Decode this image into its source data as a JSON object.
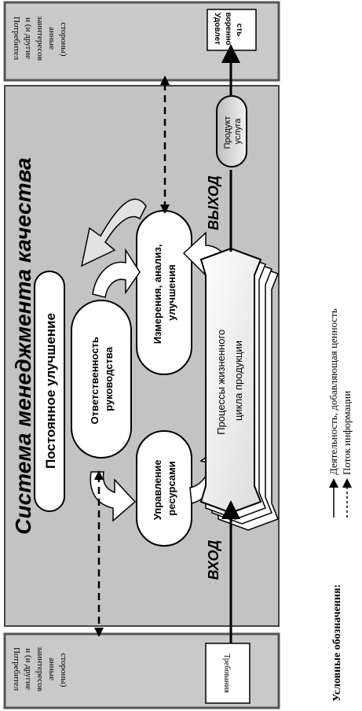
{
  "stakeholders_top": {
    "line1": "Потребител",
    "line2": "и (и другие",
    "line3": "заинтересов",
    "line4": "анные",
    "line5": "стороны)"
  },
  "stakeholders_bottom": {
    "line1": "Потребител",
    "line2": "и (и другие",
    "line3": "заинтересов",
    "line4": "анные",
    "line5": "стороны)"
  },
  "requirements": "Требования",
  "satisfaction": {
    "line1": "Удовлет",
    "line2": "воренно",
    "line3": "сть"
  },
  "product": {
    "line1": "Продукт",
    "line2": "услуга"
  },
  "qms_title": "Система менеджмента качества",
  "continuous_improvement": "Постоянное улучшение",
  "management_responsibility": {
    "line1": "Ответственность",
    "line2": "руководства"
  },
  "resource_management": {
    "line1": "Управление",
    "line2": "ресурсами"
  },
  "measurement": {
    "line1": "Измерения, анализ,",
    "line2": "улучшения"
  },
  "life_cycle": {
    "line1": "Процессы жизненного",
    "line2": "цикла продукции"
  },
  "input_label": "ВХОД",
  "output_label": "ВЫХОД",
  "legend": {
    "title": "Условные обозначения:",
    "value_activity": "Деятельность, добавляющая ценность",
    "info_flow": "Поток информации"
  }
}
